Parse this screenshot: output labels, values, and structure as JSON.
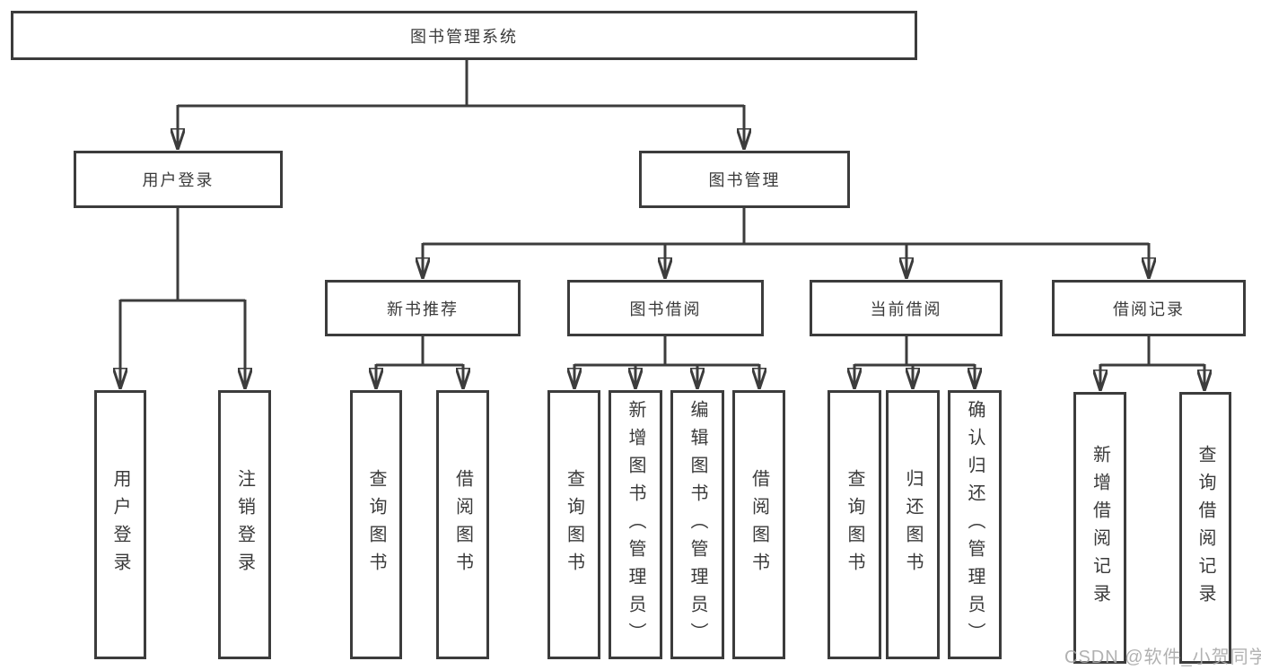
{
  "colors": {
    "line": "#3c3c3c",
    "text": "#3a3a3a",
    "watermark": "#a9a9a9",
    "background": "#ffffff"
  },
  "tree": {
    "label": "图书管理系统",
    "children": [
      {
        "label": "用户登录",
        "children": [
          {
            "label": "用户登录"
          },
          {
            "label": "注销登录"
          }
        ]
      },
      {
        "label": "图书管理",
        "children": [
          {
            "label": "新书推荐",
            "children": [
              {
                "label": "查询图书"
              },
              {
                "label": "借阅图书"
              }
            ]
          },
          {
            "label": "图书借阅",
            "children": [
              {
                "label": "查询图书"
              },
              {
                "label": "新增图书（管理员）"
              },
              {
                "label": "编辑图书（管理员）"
              },
              {
                "label": "借阅图书"
              }
            ]
          },
          {
            "label": "当前借阅",
            "children": [
              {
                "label": "查询图书"
              },
              {
                "label": "归还图书"
              },
              {
                "label": "确认归还（管理员）"
              }
            ]
          },
          {
            "label": "借阅记录",
            "children": [
              {
                "label": "新增借阅记录"
              },
              {
                "label": "查询借阅记录"
              }
            ]
          }
        ]
      }
    ]
  },
  "watermark": {
    "text": "CSDN @软件_小贺同学"
  }
}
